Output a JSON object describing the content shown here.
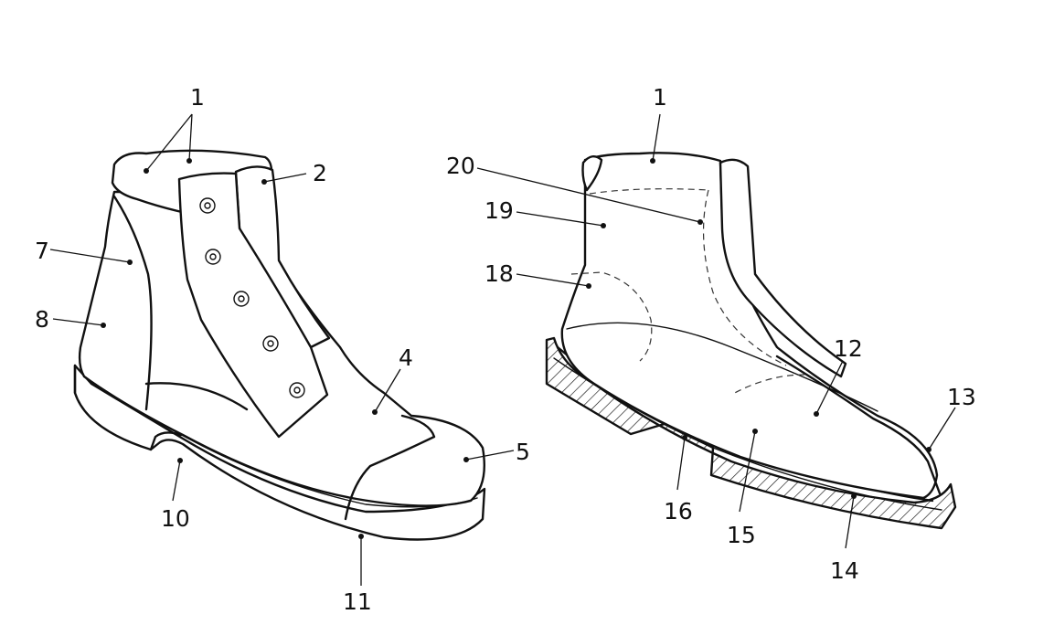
{
  "figure": {
    "left_boot_labels": [
      "1",
      "2",
      "7",
      "8",
      "4",
      "5",
      "10",
      "11"
    ],
    "right_boot_labels": [
      "1",
      "20",
      "19",
      "18",
      "12",
      "13",
      "16",
      "15",
      "14"
    ]
  }
}
